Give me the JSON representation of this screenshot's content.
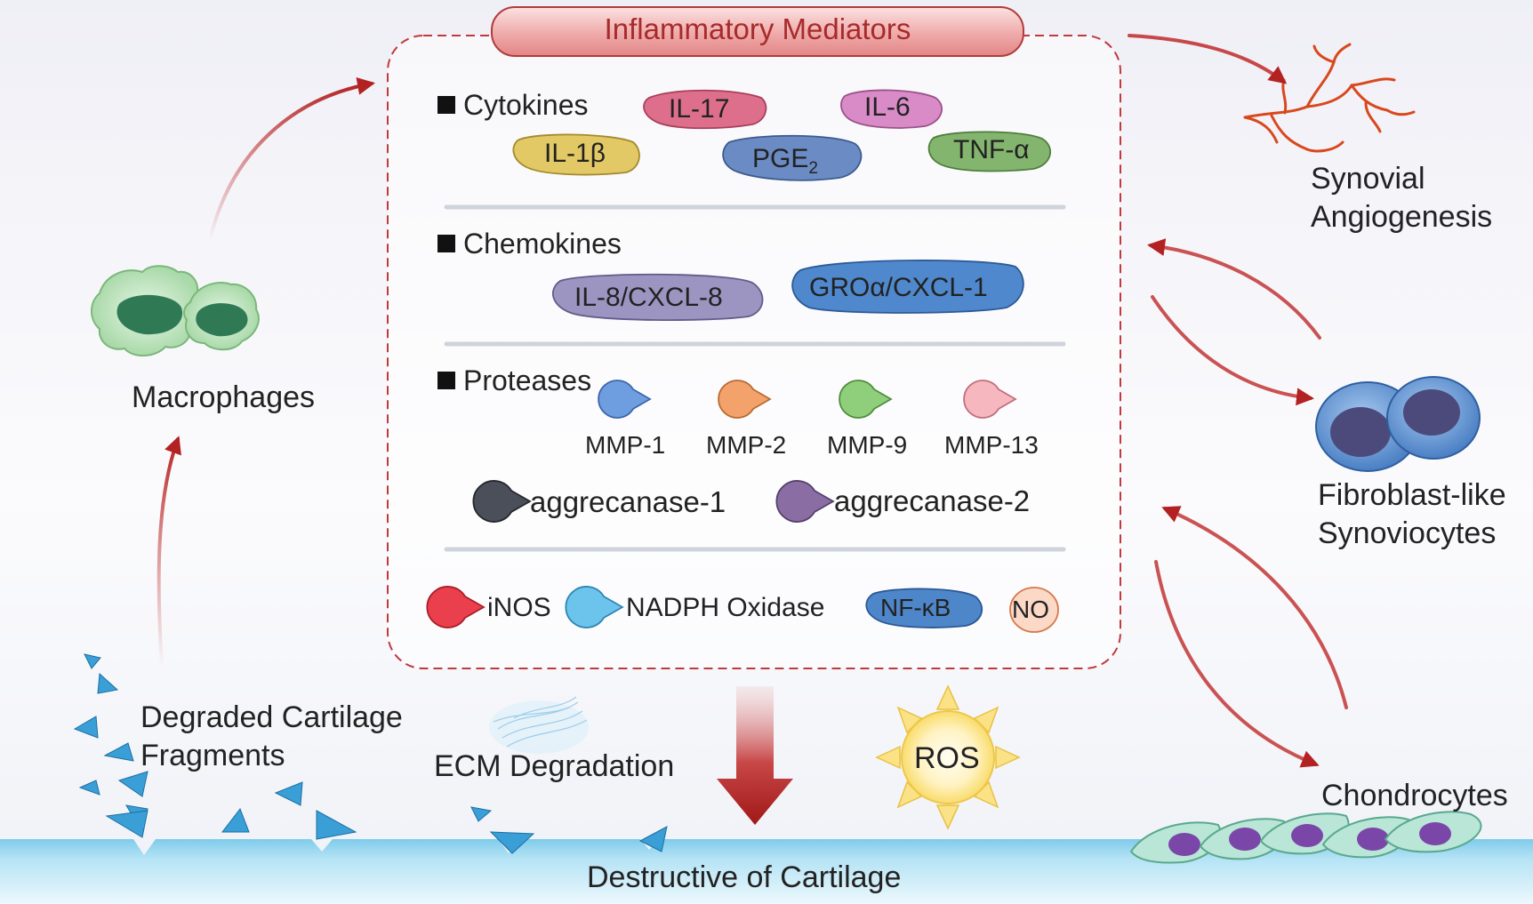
{
  "title": "Inflammatory Mediators",
  "sections": {
    "cytokines": {
      "label": "Cytokines",
      "items": [
        "IL-17",
        "IL-6",
        "IL-1β",
        "PGE",
        "TNF-α"
      ],
      "pge_subscript": "2"
    },
    "chemokines": {
      "label": "Chemokines",
      "items": [
        "IL-8/CXCL-8",
        "GROα/CXCL-1"
      ]
    },
    "proteases": {
      "label": "Proteases",
      "mmps": [
        "MMP-1",
        "MMP-2",
        "MMP-9",
        "MMP-13"
      ],
      "aggrecanases": [
        "aggrecanase-1",
        "aggrecanase-2"
      ]
    },
    "others": [
      "iNOS",
      "NADPH Oxidase",
      "NF-κB",
      "NO"
    ]
  },
  "labels": {
    "macrophages": "Macrophages",
    "degraded_line1": "Degraded Cartilage",
    "degraded_line2": "Fragments",
    "ecm": "ECM Degradation",
    "ros": "ROS",
    "destructive": "Destructive of Cartilage",
    "synovial_line1": "Synovial",
    "synovial_line2": "Angiogenesis",
    "fls_line1": "Fibroblast-like",
    "fls_line2": "Synoviocytes",
    "chondrocytes": "Chondrocytes"
  },
  "colors": {
    "accent_red": "#b52a2a",
    "title_red": "#a82b2b",
    "cartilage_blue": "#8ed3ef",
    "fragment_blue": "#2f93cc"
  }
}
